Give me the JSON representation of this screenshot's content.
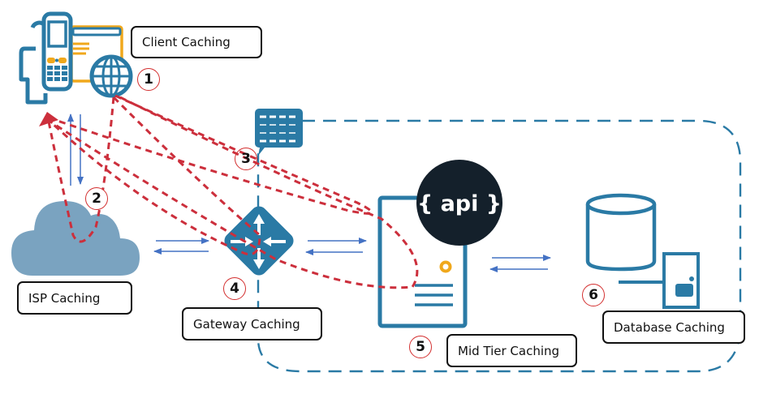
{
  "diagram": {
    "title": "Caching layers",
    "colors": {
      "primary_blue": "#2a7aa5",
      "cloud_blue": "#7aa3c0",
      "accent_orange": "#f0a81c",
      "red_dashed": "#cc2f3c",
      "arrow_blue": "#4472c4",
      "api_dark": "#14202b"
    },
    "nodes": [
      {
        "id": "client",
        "icon": "mobile-user-browser-icon",
        "label": "Client Caching",
        "step": "1"
      },
      {
        "id": "isp",
        "icon": "cloud-icon",
        "label": "ISP Caching",
        "step": "2"
      },
      {
        "id": "cdn",
        "icon": "server-rack-icon",
        "label": "",
        "step": "3"
      },
      {
        "id": "gateway",
        "icon": "router-icon",
        "label": "Gateway Caching",
        "step": "4"
      },
      {
        "id": "midtier",
        "icon": "api-server-icon",
        "label": "Mid Tier Caching",
        "step": "5",
        "badge": "{ api }"
      },
      {
        "id": "database",
        "icon": "database-icon",
        "label": "Database Caching",
        "step": "6"
      }
    ],
    "connections": [
      {
        "from": "client",
        "to": "isp",
        "type": "bidirectional"
      },
      {
        "from": "isp",
        "to": "gateway",
        "type": "bidirectional"
      },
      {
        "from": "gateway",
        "to": "midtier",
        "type": "bidirectional"
      },
      {
        "from": "midtier",
        "to": "database",
        "type": "bidirectional"
      }
    ],
    "cache_return_paths": [
      {
        "from": "client",
        "via": "isp",
        "returns_to": "client"
      },
      {
        "from": "client",
        "via": "cdn",
        "returns_to": "client"
      },
      {
        "from": "client",
        "via": "gateway",
        "returns_to": "client"
      },
      {
        "from": "client",
        "via": "midtier",
        "returns_to": "client"
      }
    ]
  }
}
